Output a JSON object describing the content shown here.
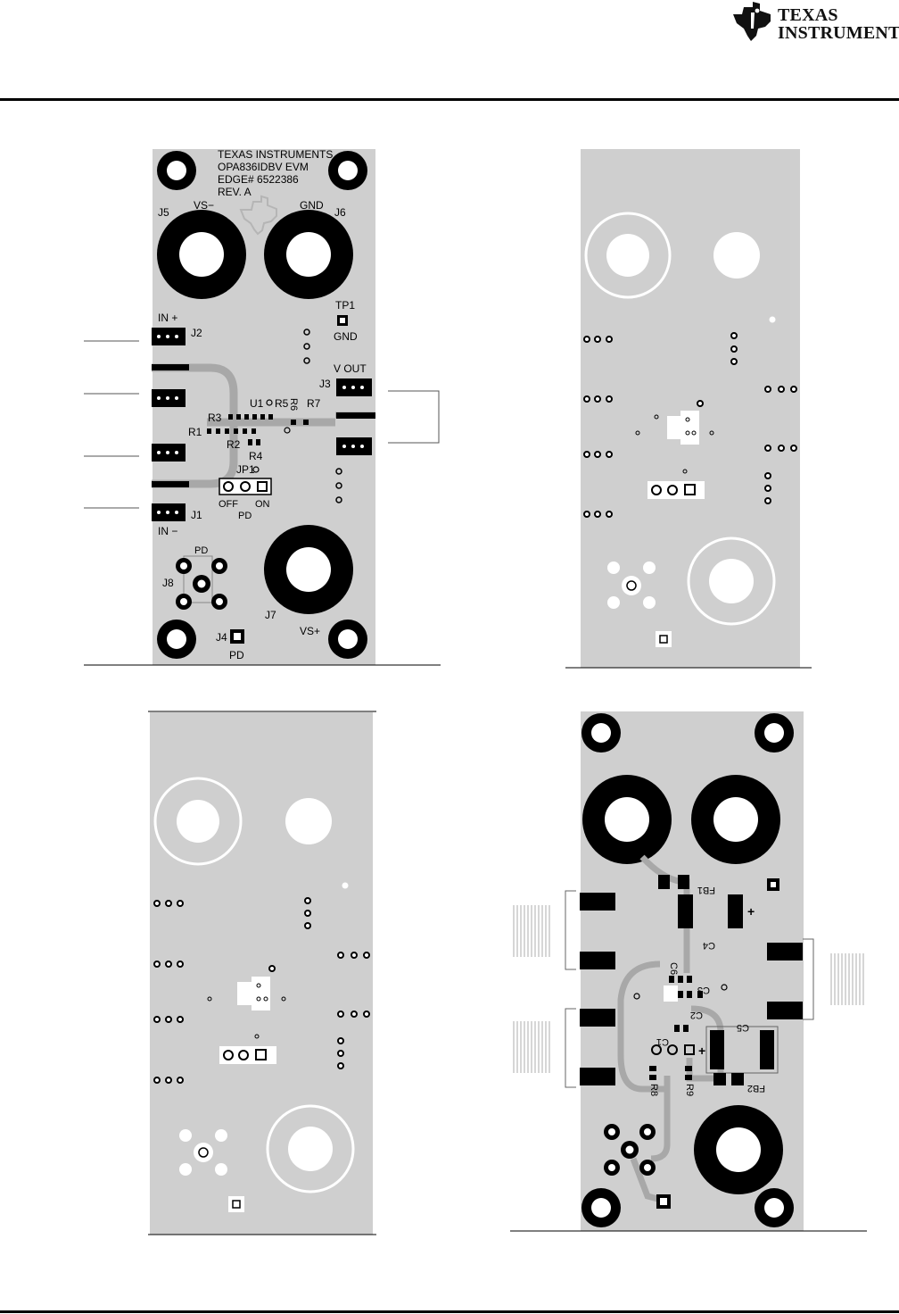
{
  "header": {
    "logo_line1": "TEXAS",
    "logo_line2": "INSTRUMENTS"
  },
  "top_layer": {
    "board_title_1": "TEXAS INSTRUMENTS",
    "board_title_2": "OPA836IDBV EVM",
    "board_title_3": "EDGE# 6522386",
    "board_title_4": "REV. A",
    "j5": "J5",
    "vs_minus": "VS−",
    "gnd_top": "GND",
    "j6": "J6",
    "tp1": "TP1",
    "gnd_tp": "GND",
    "in_plus": "IN +",
    "j2": "J2",
    "v_out": "V OUT",
    "j3": "J3",
    "u1": "U1",
    "r5": "R5",
    "r6": "R6",
    "r7": "R7",
    "r3": "R3",
    "r1": "R1",
    "r2": "R2",
    "r4": "R4",
    "jp1": "JP1",
    "off": "OFF",
    "on": "ON",
    "pd": "PD",
    "j1": "J1",
    "in_minus": "IN −",
    "pd_j8": "PD",
    "j8": "J8",
    "j7": "J7",
    "vs_plus": "VS+",
    "j4": "J4",
    "pd_j4": "PD"
  },
  "bottom_layer": {
    "fb1": "FB1",
    "plus_c4": "+",
    "c4": "C4",
    "c6": "C6",
    "c3": "C3",
    "c2": "C2",
    "c5": "C5",
    "c1": "C1",
    "plus_c1": "+",
    "r8": "R8",
    "r9": "R9",
    "fb2": "FB2"
  }
}
